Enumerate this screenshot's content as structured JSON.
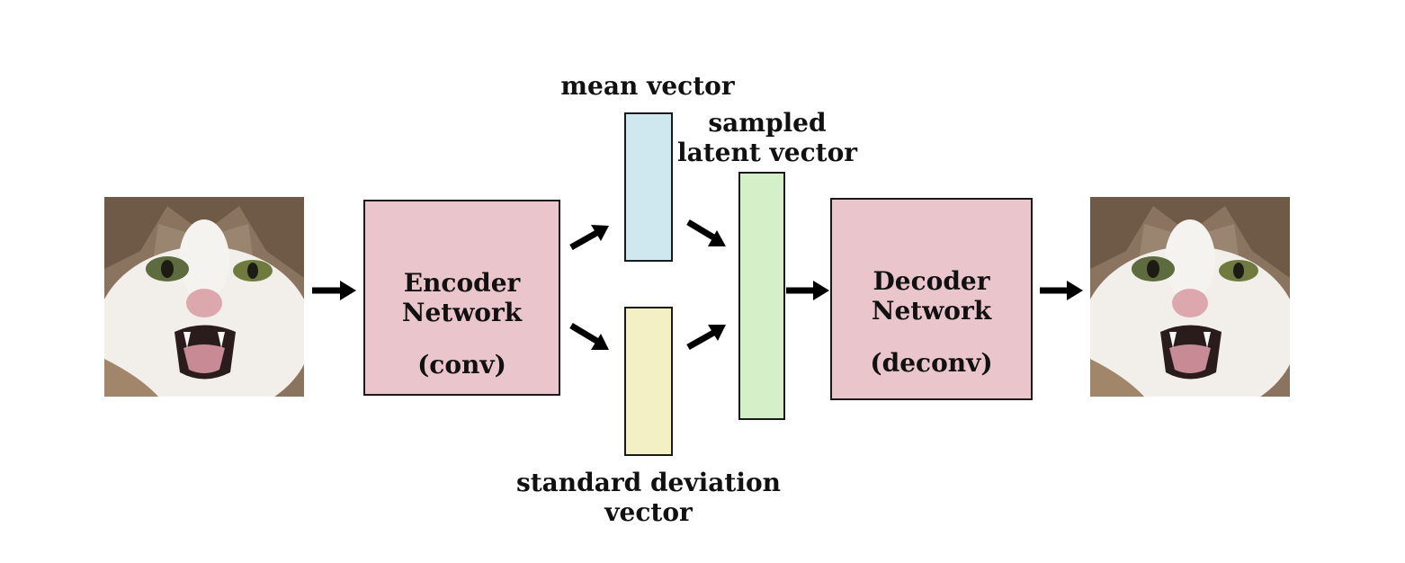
{
  "labels": {
    "mean_vector": "mean vector",
    "sampled_latent_line1": "sampled",
    "sampled_latent_line2": "latent vector",
    "std_line1": "standard deviation",
    "std_line2": "vector"
  },
  "encoder": {
    "line1": "Encoder",
    "line2": "Network",
    "line3": "(conv)"
  },
  "decoder": {
    "line1": "Decoder",
    "line2": "Network",
    "line3": "(deconv)"
  },
  "colors": {
    "network_box": "#ebc5cc",
    "mean_box": "#cfe8ef",
    "std_box": "#f3f0c6",
    "latent_box": "#d3f0c8",
    "outline": "#1a1a1a"
  }
}
